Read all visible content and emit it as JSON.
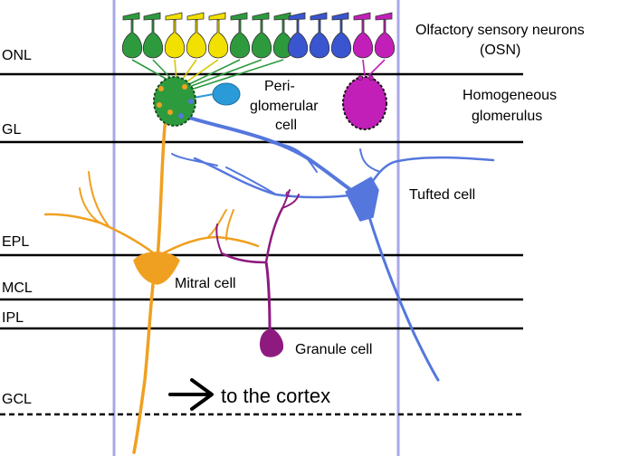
{
  "layers": {
    "onl": "ONL",
    "gl": "GL",
    "epl": "EPL",
    "mcl": "MCL",
    "ipl": "IPL",
    "gcl": "GCL"
  },
  "labels": {
    "osn_line1": "Olfactory sensory neurons",
    "osn_line2": "(OSN)",
    "periglomerular_line1": "Peri-",
    "periglomerular_line2": "glomerular",
    "periglomerular_line3": "cell",
    "homogeneous_line1": "Homogeneous",
    "homogeneous_line2": "glomerulus",
    "tufted": "Tufted cell",
    "mitral": "Mitral cell",
    "granule": "Granule cell",
    "cortex": "to the cortex",
    "arrow_icon": "right-arrow-icon"
  },
  "colors": {
    "osn_green": "#2e9a3e",
    "osn_yellow": "#f2e000",
    "osn_blue": "#3a55d0",
    "osn_magenta": "#c21fb8",
    "mitral_orange": "#f0a020",
    "tufted_blue": "#5577dd",
    "granule_purple": "#8e1a80",
    "periglomerular_blue": "#2b9ad8",
    "column_border": "#a8a8e8",
    "layer_line": "#000000"
  },
  "osn_colors": [
    "green",
    "green",
    "yellow",
    "yellow",
    "yellow",
    "green",
    "green",
    "green",
    "blue",
    "blue",
    "blue",
    "magenta",
    "magenta"
  ]
}
